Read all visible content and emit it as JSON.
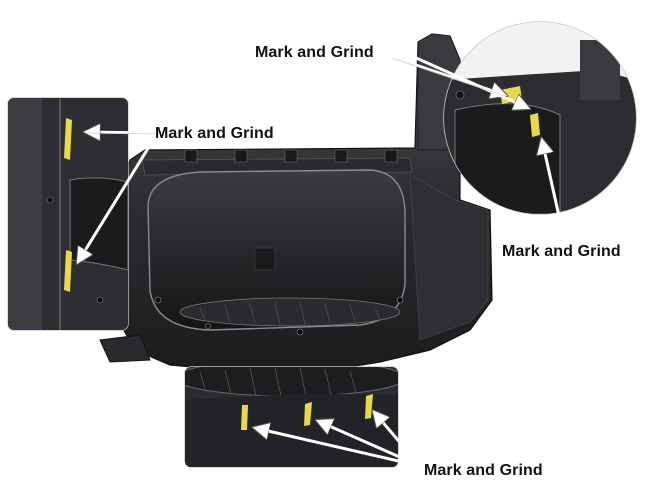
{
  "labels": {
    "top_center": "Mark and Grind",
    "left_inset": "Mark and Grind",
    "right_circle": "Mark and Grind",
    "bottom_inset": "Mark and Grind"
  },
  "colors": {
    "housing_dark": "#1f1f21",
    "housing_mid": "#3a3b3e",
    "marker_yellow": "#e8d94a",
    "arrow": "#ffffff"
  }
}
